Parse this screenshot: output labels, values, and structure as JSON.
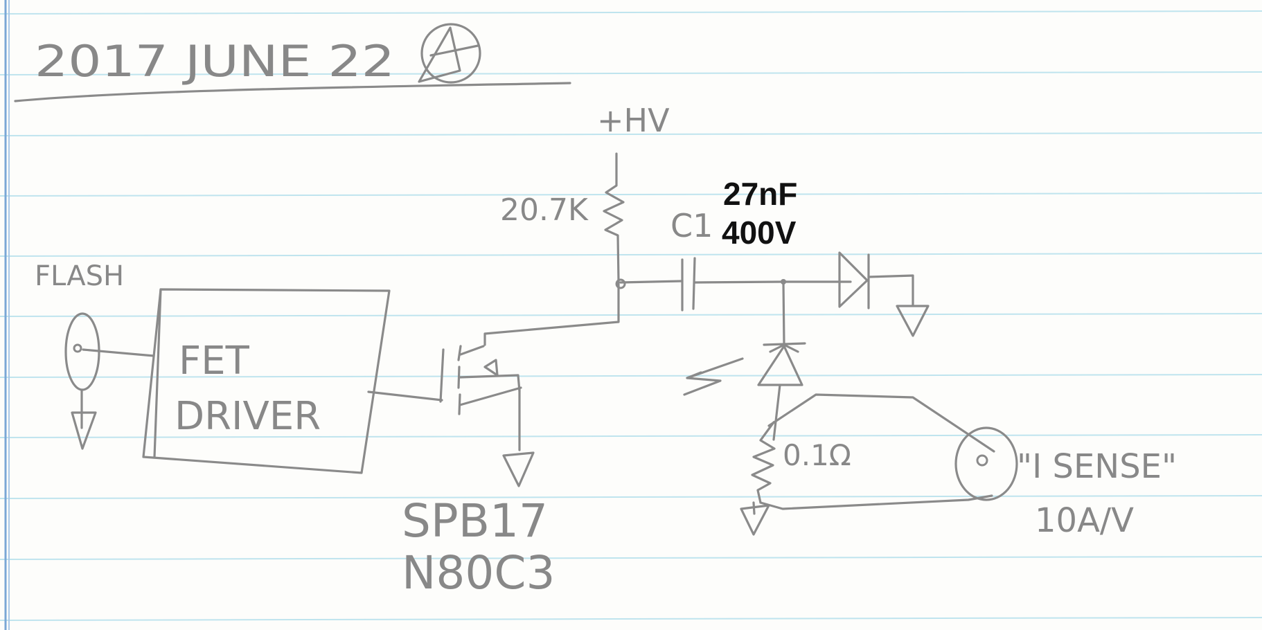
{
  "notebook": {
    "date": "2017 JUNE 22",
    "signature": "initials in circle"
  },
  "schematic": {
    "supply_label": "+HV",
    "resistor_label": "20.7K",
    "capacitor_label": "C1",
    "capacitor_value": "27nF",
    "capacitor_voltage": "400V",
    "flash_label": "FLASH",
    "driver_label_line1": "FET",
    "driver_label_line2": "DRIVER",
    "mosfet_part_line1": "SPB17",
    "mosfet_part_line2": "N80C3",
    "sense_resistor_label": "0.1Ω",
    "current_sense_label": "\"I SENSE\"",
    "current_sense_scale": "10A/V"
  },
  "colors": {
    "paper": "#fdfdfb",
    "rule_line": "#bfe4ee",
    "margin_line": "#7aa7d6",
    "pencil": "#8a8a8a",
    "typed_text": "#111111"
  }
}
